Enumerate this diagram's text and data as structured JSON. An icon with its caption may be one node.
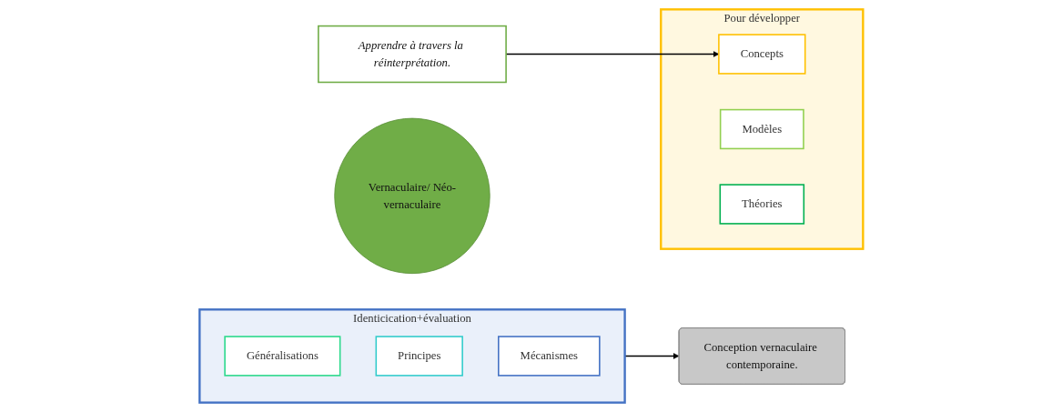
{
  "diagram": {
    "nodes": [
      {
        "text": [
          "Vernaculaire/ Néo-vernaculaire"
        ]
      },
      {
        "text": [
          "Apprendre à travers la réinterprétation."
        ]
      },
      {
        "text": [
          "Pour développer"
        ]
      },
      {
        "text": [
          "Concepts"
        ],
        "in": 2
      },
      {
        "text": [
          "Modèles"
        ],
        "in": 2
      },
      {
        "text": [
          "Théories"
        ],
        "in": 2
      },
      {
        "text": [
          "Identicication+évaluation"
        ]
      },
      {
        "text": [
          "Généralisations"
        ],
        "in": 6
      },
      {
        "text": [
          "Principes"
        ],
        "in": 6
      },
      {
        "text": [
          "Mécanismes"
        ],
        "in": 6
      },
      {
        "text": [
          "Conception vernaculaire contemporaine."
        ]
      }
    ],
    "edges": [
      {
        "from": 1,
        "to": 3,
        "arrow": "to"
      },
      {
        "from": 6,
        "to": 10,
        "arrow": "to"
      }
    ]
  }
}
